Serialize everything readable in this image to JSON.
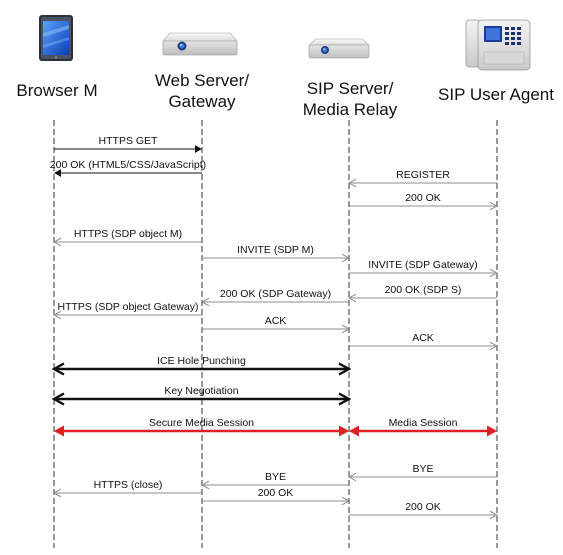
{
  "participants": [
    {
      "id": "browser",
      "icon": "tablet-icon",
      "lines": [
        "Browser M"
      ]
    },
    {
      "id": "web",
      "icon": "server-box-icon",
      "lines": [
        "Web Server/",
        "Gateway"
      ]
    },
    {
      "id": "sip",
      "icon": "server-box-icon",
      "lines": [
        "SIP Server/",
        "Media Relay"
      ]
    },
    {
      "id": "ua",
      "icon": "desk-phone-icon",
      "lines": [
        "SIP User Agent"
      ]
    }
  ],
  "messages": [
    {
      "from": "browser",
      "to": "web",
      "label": "HTTPS GET",
      "style": "black"
    },
    {
      "from": "web",
      "to": "browser",
      "label": "200 OK (HTML5/CSS/JavaScript)",
      "style": "black"
    },
    {
      "from": "ua",
      "to": "sip",
      "label": "REGISTER",
      "style": "gray"
    },
    {
      "from": "sip",
      "to": "ua",
      "label": "200 OK",
      "style": "gray"
    },
    {
      "from": "web",
      "to": "browser",
      "label": "HTTPS  (SDP object M)",
      "style": "gray"
    },
    {
      "from": "web",
      "to": "sip",
      "label": "INVITE (SDP M)",
      "style": "gray"
    },
    {
      "from": "sip",
      "to": "ua",
      "label": "INVITE (SDP Gateway)",
      "style": "gray"
    },
    {
      "from": "ua",
      "to": "sip",
      "label": "200 OK (SDP S)",
      "style": "gray"
    },
    {
      "from": "sip",
      "to": "web",
      "label": "200 OK (SDP Gateway)",
      "style": "gray"
    },
    {
      "from": "web",
      "to": "browser",
      "label": "HTTPS (SDP object Gateway)",
      "style": "gray"
    },
    {
      "from": "web",
      "to": "sip",
      "label": "ACK",
      "style": "gray"
    },
    {
      "from": "sip",
      "to": "ua",
      "label": "ACK",
      "style": "gray"
    },
    {
      "from": "browser",
      "to": "sip",
      "label": "ICE Hole Punching",
      "style": "bold-both"
    },
    {
      "from": "browser",
      "to": "sip",
      "label": "Key Negotiation",
      "style": "bold-both"
    },
    {
      "from": "browser",
      "to": "sip",
      "label": "Secure Media Session",
      "style": "red-both"
    },
    {
      "from": "sip",
      "to": "ua",
      "label": "Media Session",
      "style": "red-both"
    },
    {
      "from": "ua",
      "to": "sip",
      "label": "BYE",
      "style": "gray"
    },
    {
      "from": "sip",
      "to": "web",
      "label": "BYE",
      "style": "gray"
    },
    {
      "from": "web",
      "to": "browser",
      "label": "HTTPS (close)",
      "style": "gray"
    },
    {
      "from": "web",
      "to": "sip",
      "label": "200 OK",
      "style": "gray"
    },
    {
      "from": "sip",
      "to": "ua",
      "label": "200 OK",
      "style": "gray"
    }
  ],
  "colors": {
    "black": "#111111",
    "gray": "#8c8c8c",
    "red": "#e02020",
    "lifeline": "#333333"
  }
}
